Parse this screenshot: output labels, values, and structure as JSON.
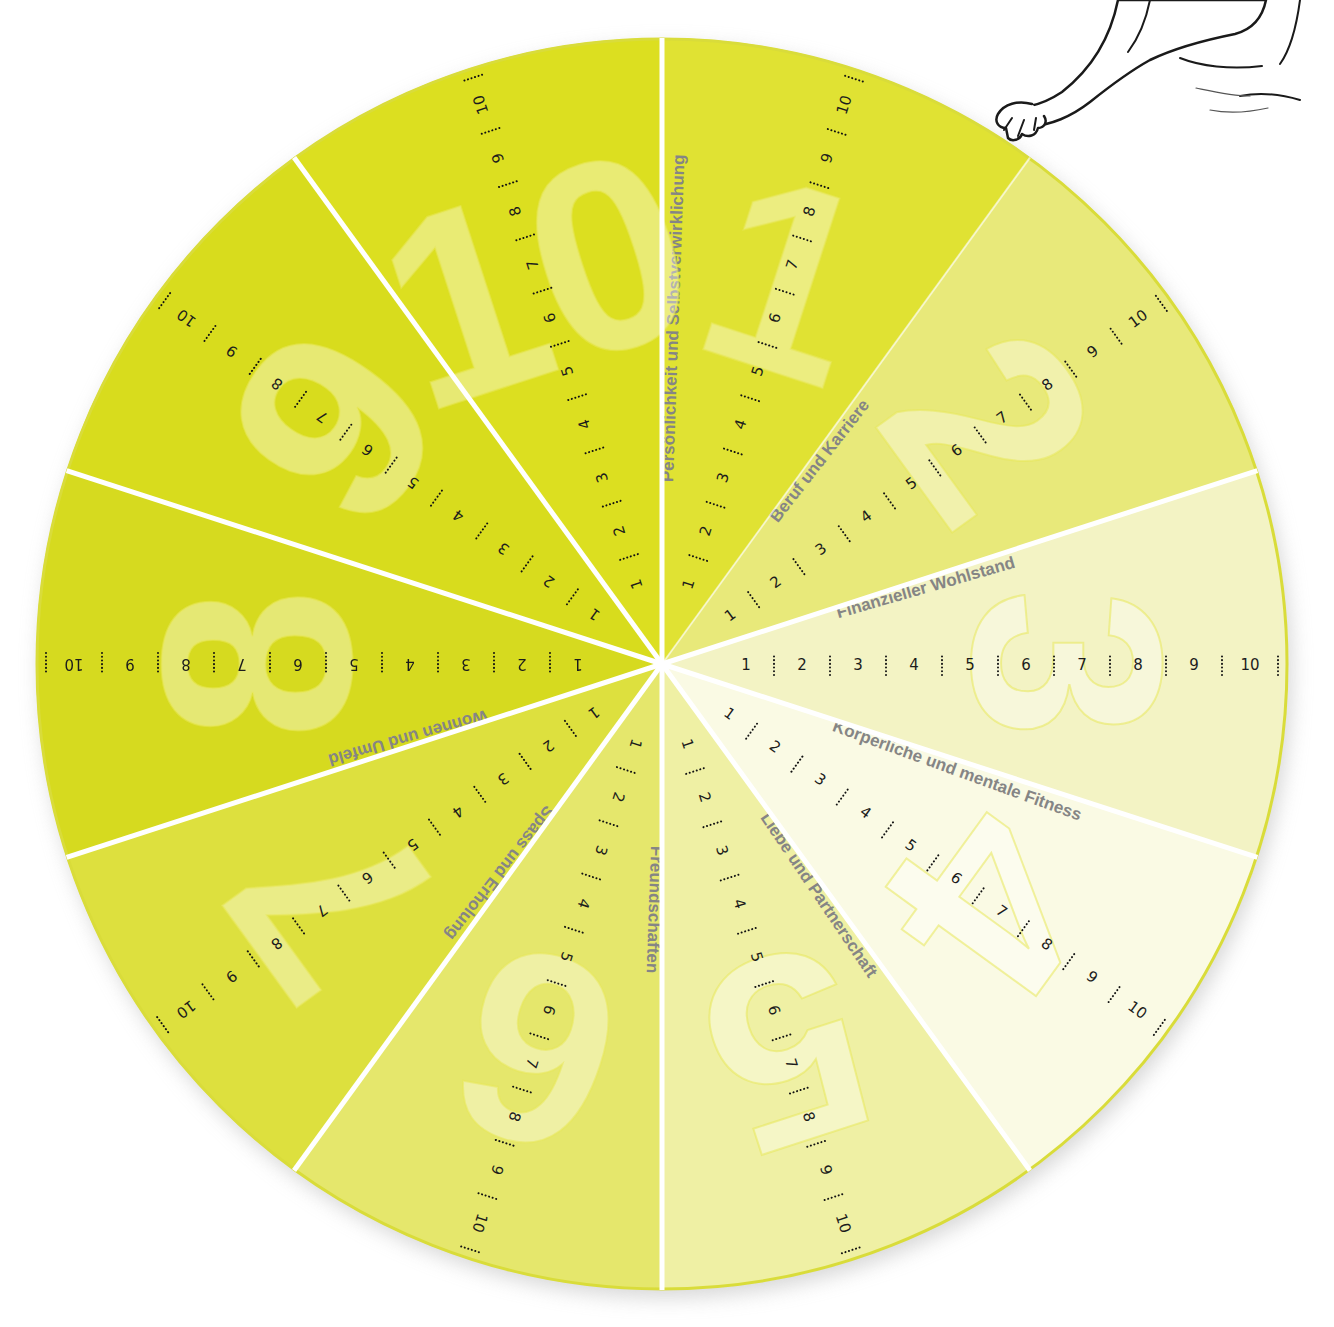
{
  "diagram": {
    "nodes": [
      {
        "text": [
          "1",
          "Persönlichkeit und Selbstverwirklichung",
          "1",
          "2",
          "3",
          "4",
          "5",
          "6",
          "7",
          "8",
          "9",
          "10"
        ]
      },
      {
        "text": [
          "2",
          "Beruf und Karriere",
          "1",
          "2",
          "3",
          "4",
          "5",
          "6",
          "7",
          "8",
          "9",
          "10"
        ]
      },
      {
        "text": [
          "3",
          "Finanzieller Wohlstand",
          "1",
          "2",
          "3",
          "4",
          "5",
          "6",
          "7",
          "8",
          "9",
          "10"
        ]
      },
      {
        "text": [
          "4",
          "Körperliche und mentale Fitness",
          "1",
          "2",
          "3",
          "4",
          "5",
          "6",
          "7",
          "8",
          "9",
          "10"
        ]
      },
      {
        "text": [
          "5",
          "Liebe und Partnerschaft",
          "1",
          "2",
          "3",
          "4",
          "5",
          "6",
          "7",
          "8",
          "9",
          "10"
        ]
      },
      {
        "text": [
          "6",
          "Freundschaften",
          "1",
          "2",
          "3",
          "4",
          "5",
          "6",
          "7",
          "8",
          "9",
          "10"
        ]
      },
      {
        "text": [
          "7",
          "Spass und Erholung",
          "1",
          "2",
          "3",
          "4",
          "5",
          "6",
          "7",
          "8",
          "9",
          "10"
        ]
      },
      {
        "text": [
          "8",
          "Wohnen und Umfeld",
          "1",
          "2",
          "3",
          "4",
          "5",
          "6",
          "7",
          "8",
          "9",
          "10"
        ]
      },
      {
        "text": [
          "9",
          "1",
          "2",
          "3",
          "4",
          "5",
          "6",
          "7",
          "8",
          "9",
          "10"
        ]
      },
      {
        "text": [
          "10",
          "1",
          "2",
          "3",
          "4",
          "5",
          "6",
          "7",
          "8",
          "9",
          "10"
        ]
      }
    ]
  }
}
